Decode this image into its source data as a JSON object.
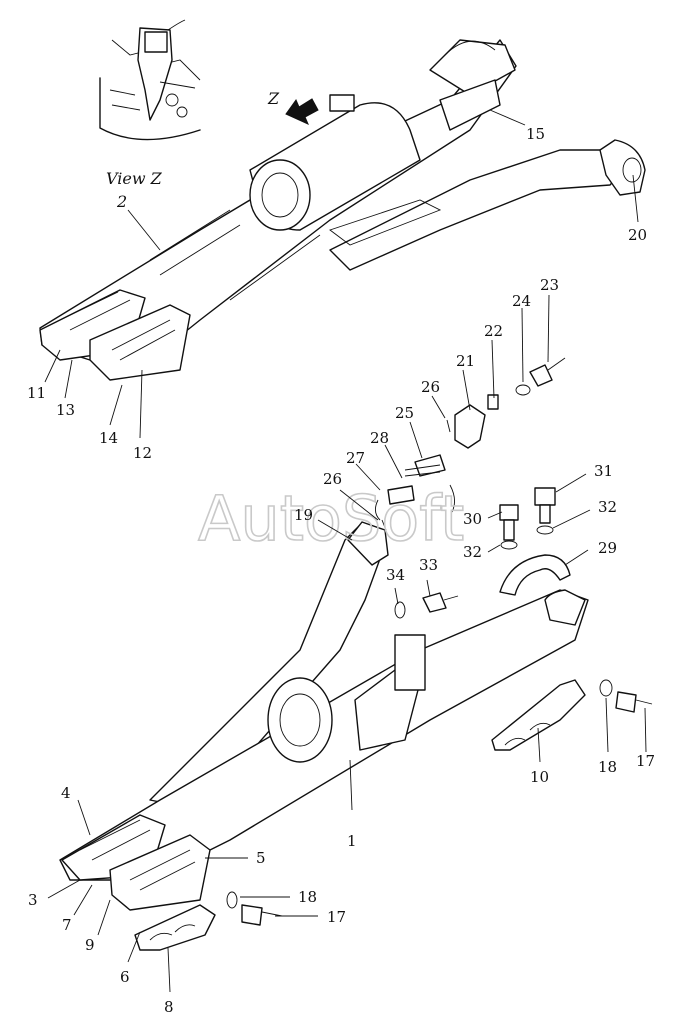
{
  "view_label": "View Z",
  "z_marker": "Z",
  "watermark": "AutoSoft",
  "callouts_upper": [
    "2",
    "15",
    "20",
    "11",
    "13",
    "14",
    "12"
  ],
  "callouts_lower": [
    "21",
    "22",
    "23",
    "24",
    "25",
    "26",
    "26",
    "27",
    "28",
    "19",
    "31",
    "32",
    "30",
    "32",
    "29",
    "33",
    "34",
    "1",
    "4",
    "5",
    "3",
    "7",
    "9",
    "6",
    "8",
    "18",
    "17",
    "10",
    "18",
    "17"
  ]
}
